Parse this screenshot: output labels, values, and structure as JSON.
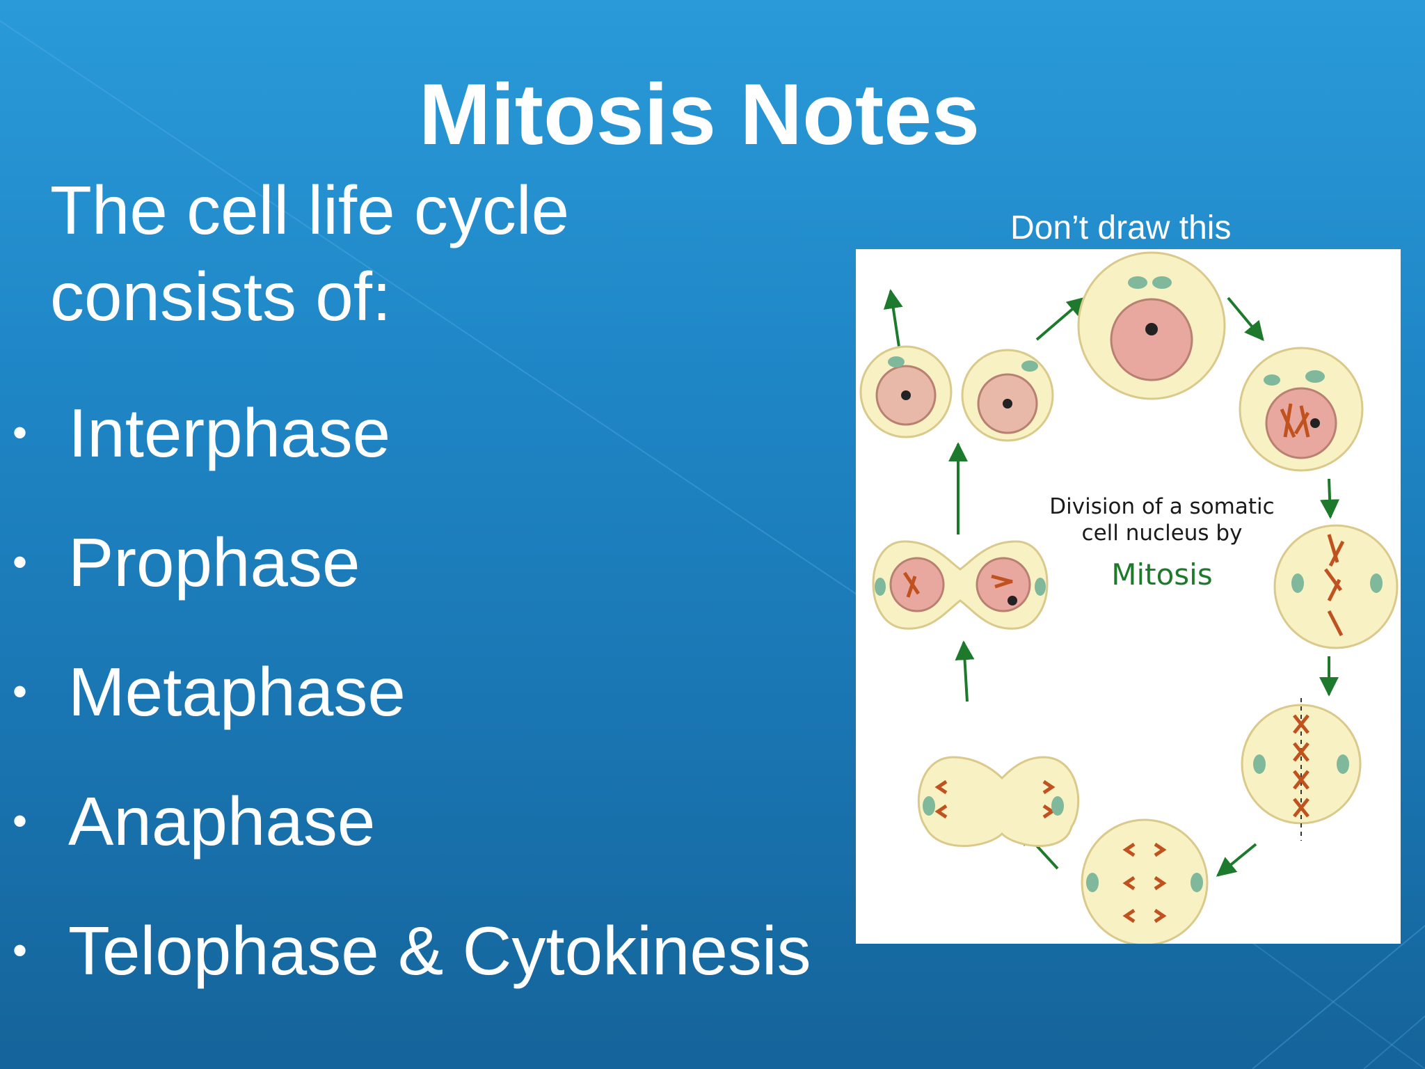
{
  "slide": {
    "title": "Mitosis Notes",
    "intro": {
      "line1": "The cell life cycle",
      "line2": "consists of:"
    },
    "bullets": [
      "Interphase",
      "Prophase",
      "Metaphase",
      "Anaphase",
      "Telophase & Cytokinesis"
    ],
    "bullet_glyph": "•",
    "figure_note": "Don’t draw this",
    "figure": {
      "caption_line1": "Division of a somatic",
      "caption_line2": "cell nucleus by",
      "caption_title": "Mitosis"
    },
    "colors": {
      "background_top": "#2a9ad8",
      "background_bottom": "#15649a",
      "text": "#ffffff",
      "arrow": "#1d7a2c",
      "cell_fill": "#f8f1c4",
      "nucleus_fill": "#e8a8a0",
      "centrosome": "#7fb89a",
      "chromosome": "#c0521f"
    }
  }
}
